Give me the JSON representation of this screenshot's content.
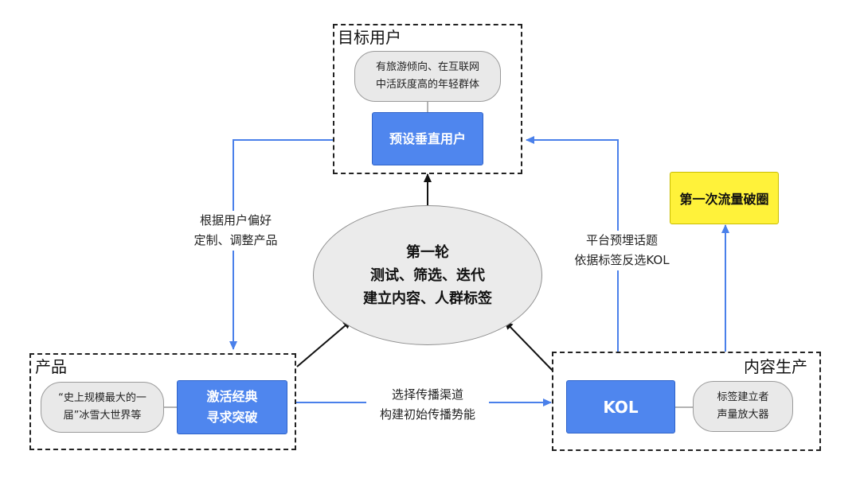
{
  "groups": {
    "target_users": {
      "title": "目标用户",
      "pill_lines": [
        "有旅游倾向、在互联网",
        "中活跃度高的年轻群体"
      ],
      "box": "预设垂直用户"
    },
    "product": {
      "title": "产品",
      "pill_lines": [
        "“史上规模最大的一",
        "届”冰雪大世界等"
      ],
      "box_lines": [
        "激活经典",
        "寻求突破"
      ]
    },
    "content": {
      "title": "内容生产",
      "box": "KOL",
      "pill_lines": [
        "标签建立者",
        "声量放大器"
      ]
    }
  },
  "center": {
    "lines": [
      "第一轮",
      "测试、筛选、迭代",
      "建立内容、人群标签"
    ]
  },
  "breakout": "第一次流量破圈",
  "edge_labels": {
    "left": [
      "根据用户偏好",
      "定制、调整产品"
    ],
    "right": [
      "平台预埋话题",
      "依据标签反选KOL"
    ],
    "bottom": [
      "选择传播渠道",
      "构建初始传播势能"
    ]
  },
  "colors": {
    "blue_box": "#4f86ee",
    "arrow_blue": "#4a80ea",
    "yellow_box": "#fff23a",
    "gray_fill": "#e9e9e9"
  }
}
